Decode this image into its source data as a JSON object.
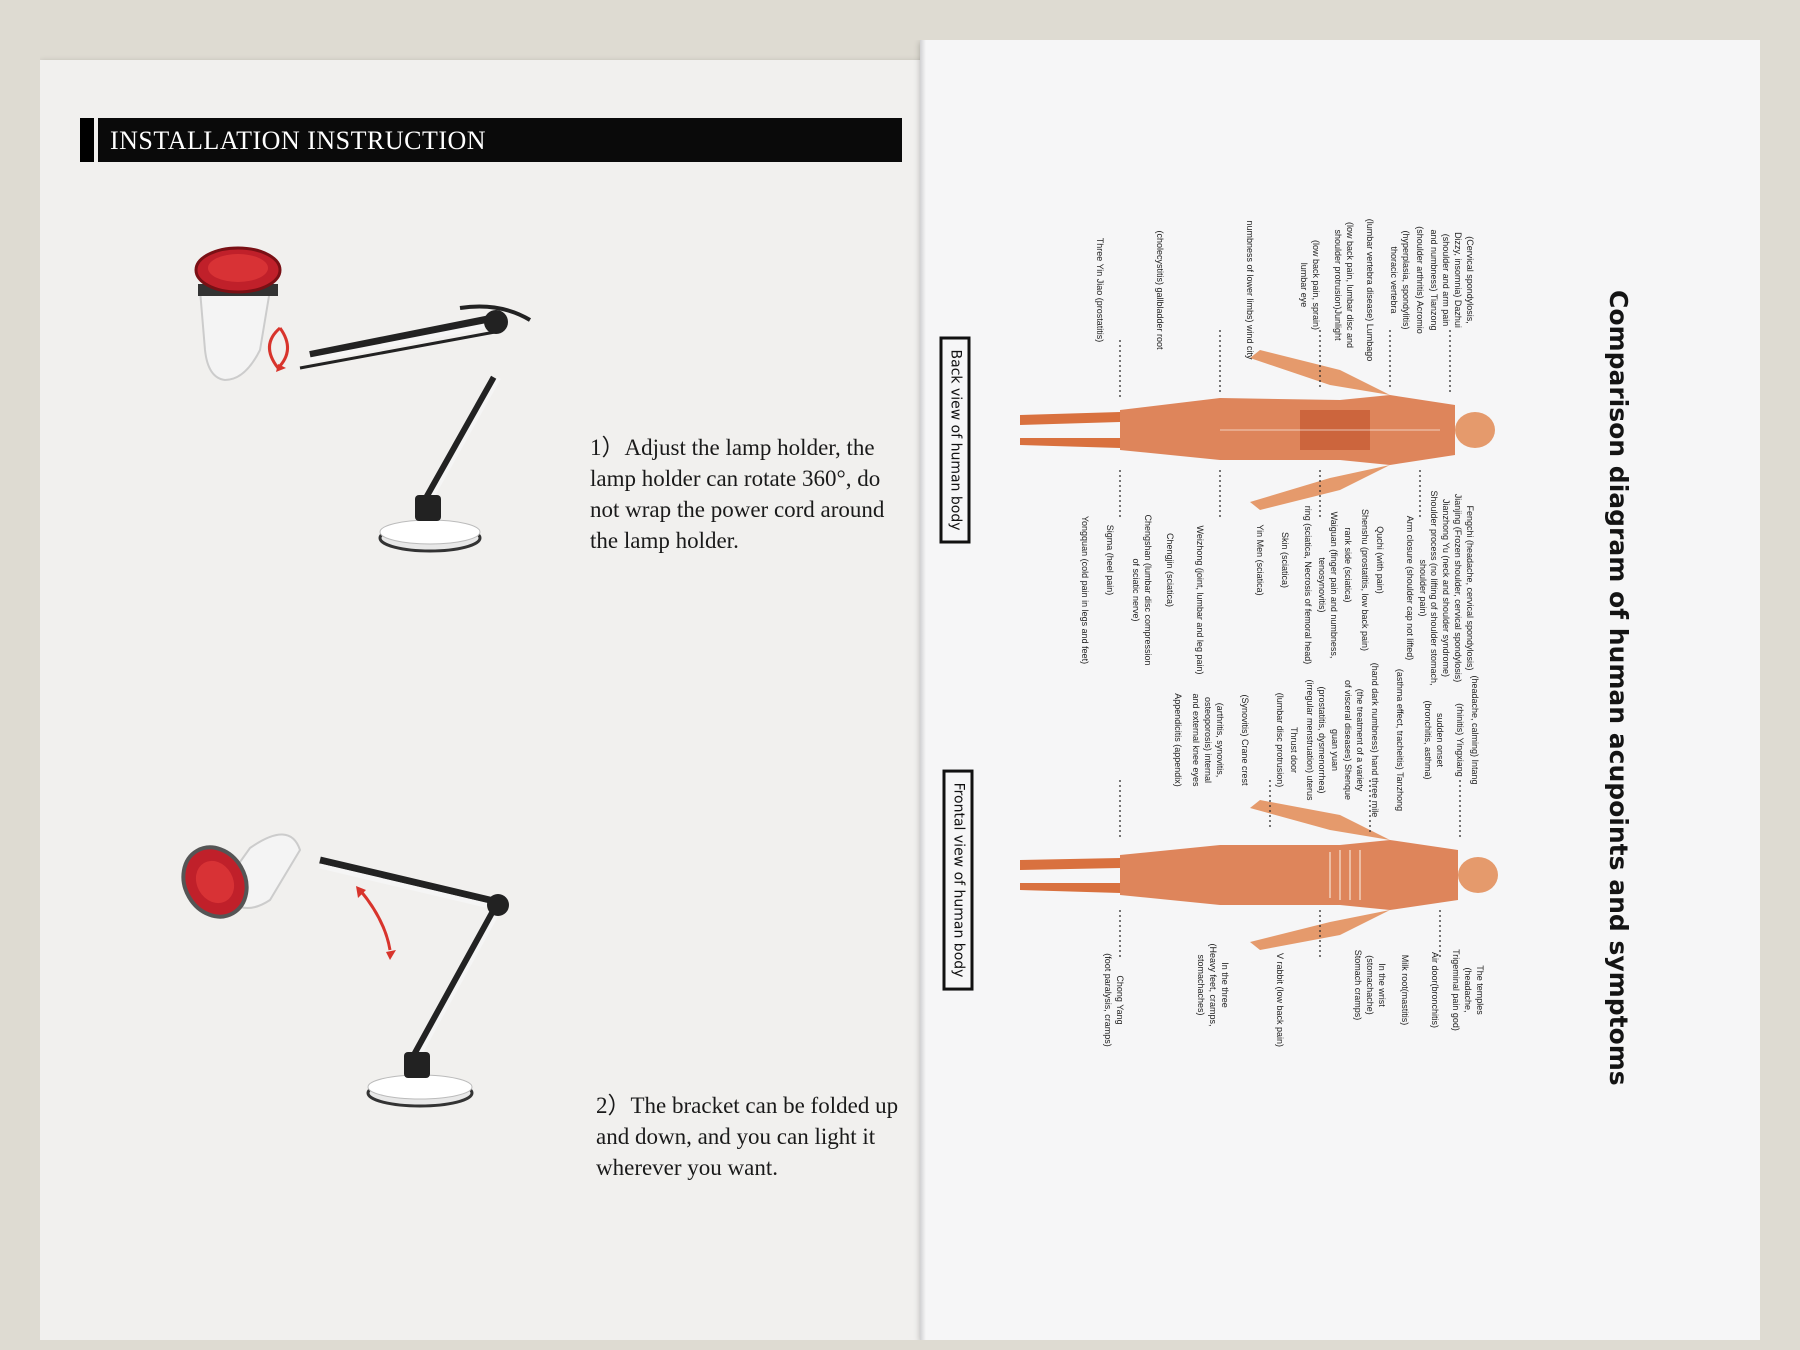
{
  "left_page": {
    "header": "INSTALLATION INSTRUCTION",
    "step1": "1）Adjust the lamp holder, the lamp holder can rotate 360°, do not wrap the power cord around the lamp holder.",
    "step2": "2）The bracket can be folded up and down, and you can light it wherever you want."
  },
  "right_page": {
    "title": "Comparison diagram of human acupoints and symptoms",
    "back_label": "Back view of human body",
    "front_label": "Frontal view of human body",
    "back_left_labels": [
      "(Cervical spondylosis,",
      "Dizzy, insomnia) Dazhui",
      "(shoulder and arm pain",
      "and numbness) Tianzong",
      "(shoulder arthritis) Acromio",
      "(hyperplasia, spondylitis)",
      "thoracic vertebra",
      "(lumbar vertebra disease) Lumbago",
      "(low back pain, lumbar disc and",
      "shoulder protrusion)Junlight",
      "(low back pain, sprain)",
      "lumbar eye",
      "numbness of lower limbs) wind city",
      "(cholecystitis) gallbladder root",
      "Three Yin Jiao (prostatitis)"
    ],
    "back_right_labels": [
      "Fengchi (headache, cervical spondylosis)",
      "Jianjing (Frozen shoulder, cervical spondylosis)",
      "Jianzhong Yu (neck and shoulder syndrome)",
      "Shoulder process (no lifting of shoulder stomach,",
      "shoulder pain)",
      "Arm closure (shoulder cap not lifted)",
      "Quchi (with pain)",
      "Shenshu (prostatitis, low back pain)",
      "rank side (sciatica)",
      "Waiguan (finger pain and numbness,",
      "tenosynovitis)",
      "ring (sciatica, Necrosis of femoral head)",
      "Skin (sciatica)",
      "Yin Men (sciatica)",
      "Weizhong (joint, lumbar and leg pain)",
      "Chengjin (sciatica)",
      "Chengshan (lumbar disc compression",
      "of sciatic nerve)",
      "Sigma (heel pain)",
      "Yongquan (cold pain in legs and feet)"
    ],
    "front_left_labels": [
      "(headache, calming) Intang",
      "(rhinitis) Yingxiang",
      "sudden onset",
      "(bronchitis, asthma)",
      "(asthma effect, tracheitis) Tanzhong",
      "(hand dark numbness) hand three mile",
      "(the treatment of a variety",
      "of visceral diseases) Shenque",
      "guan yuan",
      "(prostatitis, dysmenorrhea)",
      "(irregular menstruation) uterus",
      "Thrust door",
      "(lumbar disc protrusion)",
      "(Synovitis) Crane crest",
      "(arthritis, synovitis,",
      "osteoporosis) internal",
      "and external knee eyes",
      "Appendicitis (appendix)"
    ],
    "front_right_labels": [
      "The temples",
      "(headache,",
      "Trigeminal pain god)",
      "Air door(bronchitis)",
      "Milk root(mastitis)",
      "In the wrist",
      "(stomachache)",
      "Stomach cramps)",
      "V rabbit (low back pain)",
      "In the three",
      "(Heavy feet, cramps,",
      "stomachaches)",
      "Chong Yang",
      "(foot paralysis, cramps)"
    ]
  },
  "colors": {
    "header_bg": "#0a0a0a",
    "lamp_red": "#c0202a",
    "lamp_white": "#f4f4f4",
    "arrow_red": "#d8342c",
    "body_orange": "#d9713f"
  }
}
